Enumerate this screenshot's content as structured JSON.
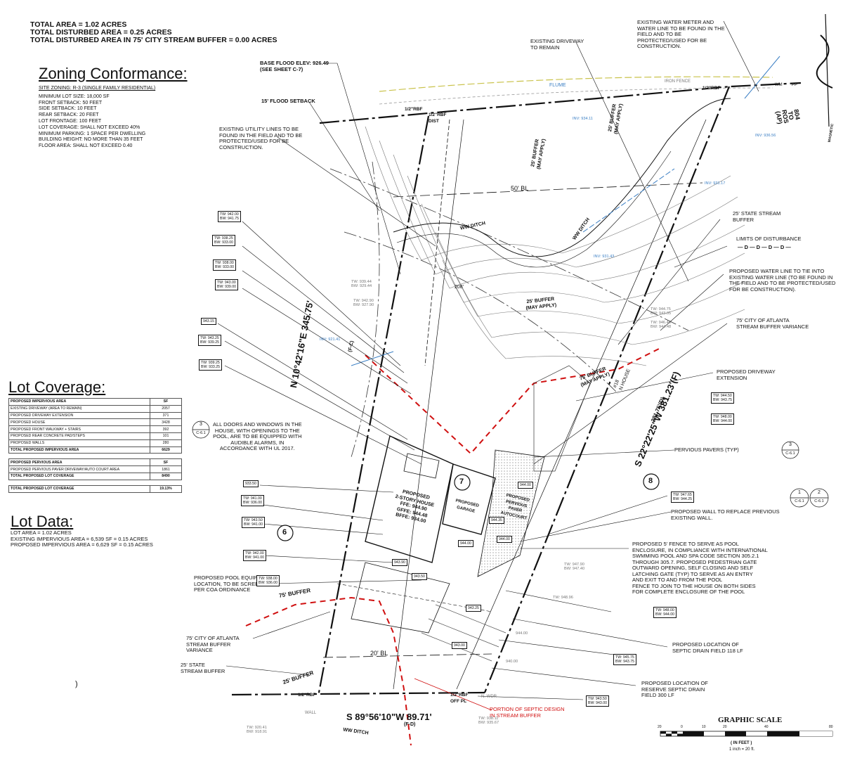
{
  "totals": {
    "total_area": "TOTAL AREA  = 1.02 ACRES",
    "total_disturbed": "TOTAL DISTURBED AREA  = 0.25 ACRES",
    "total_buffer": "TOTAL DISTURBED AREA IN 75' CITY STREAM BUFFER  = 0.00 ACRES"
  },
  "zoning": {
    "title": "Zoning Conformance:",
    "site_zoning": "SITE ZONING: R-3 (SINGLE FAMILY RESIDENTIAL)",
    "rules": [
      "MINIMUM LOT SIZE: 18,000 SF",
      "FRONT SETBACK:  50 FEET",
      "SIDE SETBACK:   10 FEET",
      "REAR SETBACK:   20 FEET",
      "LOT FRONTAGE:   100 FEET",
      "LOT COVERAGE:   SHALL NOT EXCEED 40%",
      "MINIMUM PARKING: 1 SPACE PER DWELLING",
      "BUILDING HEIGHT: NO MORE THAN 35 FEET",
      "FLOOR AREA: SHALL NOT EXCEED 0.40"
    ]
  },
  "coverage": {
    "title": "Lot Coverage:",
    "rows": [
      {
        "label": "PROPOSED IMPERVIOUS AREA",
        "value": "SF",
        "bold": true
      },
      {
        "label": "EXISTING DRIVEWAY (AREA TO REMAIN)",
        "value": "2057"
      },
      {
        "label": "PROPOSED DRIVEWAY EXTENSION",
        "value": "371"
      },
      {
        "label": "PROPOSED HOUSE",
        "value": "3428"
      },
      {
        "label": "PROPOSED FRONT WALKWAY + STAIRS",
        "value": "392"
      },
      {
        "label": "PROPOSED REAR CONCRETE PAD/STEPS",
        "value": "101"
      },
      {
        "label": "PROPOSED WALLS",
        "value": "280"
      },
      {
        "label": "TOTAL PROPOSED IMPERVIOUS AREA",
        "value": "6629",
        "bold": true
      },
      {
        "gap": true
      },
      {
        "label": "PROPOSED PERVIOUS AREA",
        "value": "SF",
        "bold": true
      },
      {
        "label": "PROPOSED PERVIOUS PAVER DRIVEWAY/AUTO COURT AREA",
        "value": "1861"
      },
      {
        "label": "TOTAL PROPOSED LOT COVERAGE",
        "value": "8490",
        "bold": true
      },
      {
        "gap": true
      },
      {
        "label": "TOTAL PROPOSED LOT COVERAGE",
        "value": "19.13%",
        "bold": true
      }
    ]
  },
  "lot_data": {
    "title": "Lot Data:",
    "lines": [
      "LOT AREA = 1.02 ACRES",
      "EXISTING IMPERVIOUS AREA = 6,539 SF = 0.15 ACRES",
      "PROPOSED IMPERVIOUS AREA = 6,629 SF = 0.15 ACRES"
    ]
  },
  "notes": {
    "base_flood": "BASE FLOOD ELEV: 926.49\n(SEE SHEET C-7)",
    "flood_setback": "15' FLOOD SETBACK",
    "utility": "EXISTING UTILITY LINES TO BE\nFOUND IN THE FIELD AND TO BE\nPROTECTED/USED FOR BE\nCONSTRUCTION.",
    "driveway_remain": "EXISTING DRIVEWAY\nTO REMAIN",
    "water_meter": "EXISTING WATER METER AND\nWATER LINE TO BE FOUND IN THE\nFIELD AND TO BE\nPROTECTED/USED FOR BE\nCONSTRUCTION.",
    "state_buffer": "25' STATE STREAM\nBUFFER",
    "limits": "LIMITS OF DISTURBANCE",
    "limits_line": "— D — D — D — D —",
    "water_line": "PROPOSED WATER LINE TO TIE INTO\nEXISTING WATER LINE (TO BE FOUND IN\nTHE FIELD AND TO BE PROTECTED/USED\nFOR BE CONSTRUCTION).",
    "city_buffer_variance": "75' CITY OF ATLANTA\nSTREAM BUFFER VARIANCE",
    "driveway_ext": "PROPOSED DRIVEWAY\nEXTENSION",
    "pervious": "PERVIOUS PAVERS (TYP)",
    "alarms": "ALL DOORS AND WINDOWS IN THE\nHOUSE, WITH OPENINGS TO THE\nPOOL, ARE TO BE EQUIPPED WITH\nAUDIBLE ALARMS, IN\nACCORDANCE WITH UL 2017.",
    "wall_replace": "PROPOSED WALL TO REPLACE PREVIOUS\nEXISTING WALL.",
    "fence": "PROPOSED 5' FENCE TO SERVE AS POOL\nENCLOSURE, IN COMPLIANCE WITH INTERNATIONAL\nSWMMING POOL AND SPA CODE SECTION 305.2.1\nTHROUGH 305.7. PROPOSED PEDESTRIAN GATE\nOUTWARD OPENING, SELF CLOSING AND SELF\nLATCHING GATE (TYP) TO SERVE AS AN ENTRY\nAND EXIT TO AND FROM THE POOL\nFENCE TO JOIN TO THE HOUSE ON BOTH SIDES\nFOR COMPLETE ENCLOSURE OF THE POOL",
    "pool": "PROPOSED POOL EQUIPMENT\nLOCATION, TO BE SCREENED\nPER COA ORDINANCE",
    "city_buffer_left": "75' CITY OF ATLANTA\nSTREAM BUFFER\nVARIANCE",
    "state_buffer_left": "25' STATE\nSTREAM BUFFER",
    "septic": "PROPOSED LOCATION OF\nSEPTIC DRAIN FIELD 118 LF",
    "reserve_septic": "PROPOSED LOCATION OF\nRESERVE SEPTIC DRAIN\nFIELD 300 LF",
    "septic_portion": "PORTION OF SEPTIC DESIGN\nIN STREAM BUFFER",
    "paren": ")"
  },
  "plan": {
    "house": "PROPOSED\n2-STORY HOUSE\nFFE: 944.90\nGFFE: 944.48\nBFFE: 934.00",
    "garage": "PROPOSED\nGARAGE",
    "autocourt": "PROPOSED\nPERVIOUS\nPAVER\nAUTOCOURT",
    "lot7": "7",
    "lot8": "8",
    "lot6": "6",
    "brg_left": "N 10°42'16\"E  345.75'",
    "brg_left_sub": "(F-C)",
    "brg_right": "S 22°22'25\"W  381.23'(F)",
    "brg_right_sub": "381.75'(D)",
    "brg_bottom": "S 89°56'10\"W  89.71'",
    "brg_bottom_sub": "(F-D)",
    "road": "804\nTO\nROS\n(AP)",
    "house_no": "#18\nN HOUSE",
    "bl50": "50' BL",
    "bl20": "20' BL",
    "dist208": "208'",
    "ditch1": "WW DITCH",
    "ditch2": "WW DITCH",
    "ditch3": "WW DITCH",
    "buffer25a": "25' BUFFER\n(MAY APPLY)",
    "buffer25b": "25' BUFFER\n(MAY APPLY)",
    "buffer25c": "25' BUFFER\n(MAY APPLY)",
    "buffer75": "75' BUFFER\n(MAY APPLY)",
    "buffer75_left": "75' BUFFER",
    "buffer25_left": "25' BUFFER",
    "rbf1": "1/2\"RBF",
    "rbf2": "1/2\"RBF\nDIST",
    "rbf3": "1/2\"RBF",
    "rbf4": "1/2\"RBF",
    "rbf5": "1/2\"RBF\nOFF PL",
    "flume": "FLUME",
    "iron_fence": "IRON FENCE",
    "wm": "WM",
    "pp": "PP",
    "mag": "MAGNETIC",
    "wall_bottom": "WALL",
    "n_wdr": "N. WDR"
  },
  "tags": [
    {
      "t": "TW: 942.00\nBW: 941.75"
    },
    {
      "t": "TW: 938.25\nBW: 933.00"
    },
    {
      "t": "TW: 938.00\nBW: 933.00"
    },
    {
      "t": "TW: 943.00\nBW: 939.00"
    },
    {
      "t": "943.15"
    },
    {
      "t": "TW: 943.25\nBW: 939.25"
    },
    {
      "t": "TW: 939.25\nBW: 933.25"
    },
    {
      "t": "933.50"
    },
    {
      "t": "TW: 941.00\nBW: 936.00"
    },
    {
      "t": "TW: 943.50\nBW: 941.00"
    },
    {
      "t": "TW: 942.00\nBW: 941.00"
    },
    {
      "t": "TW: 938.00\nBW: 936.00"
    },
    {
      "t": "TW: 944.50\nBW: 943.75"
    },
    {
      "t": "TW: 948.00\nBW: 944.00"
    },
    {
      "t": "TW: 947.65\nBW: 944.25"
    },
    {
      "t": "TW: 948.00\nBW: 944.00"
    },
    {
      "t": "TW: 945.75\nBW: 943.75"
    },
    {
      "t": "TW: 943.50\nBW: 943.00"
    },
    {
      "t": "944.00"
    },
    {
      "t": "944.35"
    },
    {
      "t": "944.00"
    },
    {
      "t": "944.00"
    },
    {
      "t": "943.90"
    },
    {
      "t": "943.50"
    },
    {
      "t": "943.25"
    },
    {
      "t": "943.00"
    }
  ],
  "spots": [
    {
      "t": "TW: 939.44\nBW: 929.44"
    },
    {
      "t": "TW: 942.90\nBW: 927.90"
    },
    {
      "t": "INV: 921.41"
    },
    {
      "t": "INV: 931.17"
    },
    {
      "t": "INV: 934.11"
    },
    {
      "t": "INV: 936.56"
    },
    {
      "t": "INV: 931.43"
    },
    {
      "t": "TW: 944.75\nBW: 943.05"
    },
    {
      "t": "TW: 946.48\nBW: 944.48"
    },
    {
      "t": "TW: 947.90\nBW: 947.40"
    },
    {
      "t": "TW: 938.11\nBW: 935.67"
    },
    {
      "t": "TW: 920.41\nBW: 918.91"
    },
    {
      "t": "TW: 948.96"
    },
    {
      "t": "944.00"
    },
    {
      "t": "940.00"
    }
  ],
  "refs": {
    "r1_num": "3",
    "r1_sheet": "C-6.1",
    "r2_num": "3",
    "r2_sheet": "C-6.1",
    "r3_num": "1",
    "r3_sheet": "C-6.1",
    "r4_num": "2",
    "r4_sheet": "C-6.1"
  },
  "scale": {
    "title": "GRAPHIC SCALE",
    "ticks": [
      "20",
      "0",
      "10",
      "20",
      "40",
      "80"
    ],
    "unit": "( IN FEET )",
    "ratio": "1 inch = 20  ft."
  },
  "colors": {
    "ink": "#111111",
    "buffer_red": "#d01010",
    "water_blue": "#3b7fc4",
    "gas_yellow": "#c9c24a",
    "grey": "#888888"
  }
}
